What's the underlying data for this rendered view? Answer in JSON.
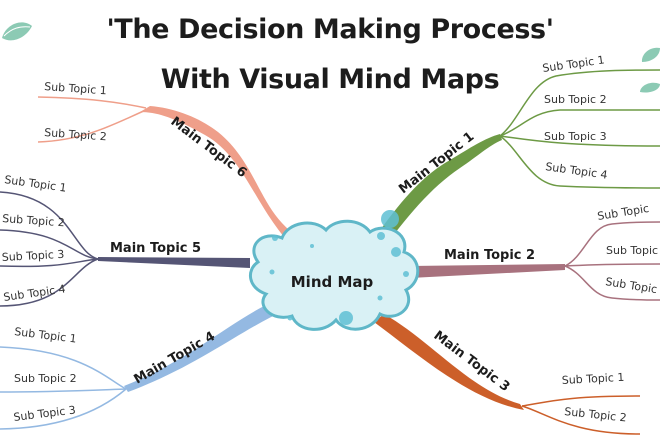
{
  "title": {
    "line1": "'The Decision Making Process'",
    "line2": "With Visual Mind Maps"
  },
  "center": {
    "label": "Mind Map",
    "cloud_color": "#d9f1f5",
    "cloud_stroke": "#5fb7c8"
  },
  "branches": [
    {
      "label": "Main Topic 1",
      "color": "#6d9a45",
      "subs": [
        "Sub Topic 1",
        "Sub Topic 2",
        "Sub Topic 3",
        "Sub Topic 4"
      ]
    },
    {
      "label": "Main Topic 2",
      "color": "#a8727e",
      "subs": [
        "Sub Topic",
        "Sub Topic",
        "Sub Topic"
      ]
    },
    {
      "label": "Main Topic 3",
      "color": "#cc5f2a",
      "subs": [
        "Sub Topic 1",
        "Sub Topic 2"
      ]
    },
    {
      "label": "Main Topic 4",
      "color": "#94b9e2",
      "subs": [
        "Sub Topic 1",
        "Sub Topic 2",
        "Sub Topic 3"
      ]
    },
    {
      "label": "Main Topic 5",
      "color": "#555575",
      "subs": [
        "Sub Topic 1",
        "Sub Topic 2",
        "Sub Topic 3",
        "Sub Topic 4"
      ]
    },
    {
      "label": "Main Topic 6",
      "color": "#ef9f8a",
      "subs": [
        "Sub Topic 1",
        "Sub Topic 2"
      ]
    }
  ],
  "decorations": {
    "leaf_icon": "leaf-icon",
    "leaf_color": "#8ccab4",
    "bubble_color": "#5fbfd3"
  }
}
